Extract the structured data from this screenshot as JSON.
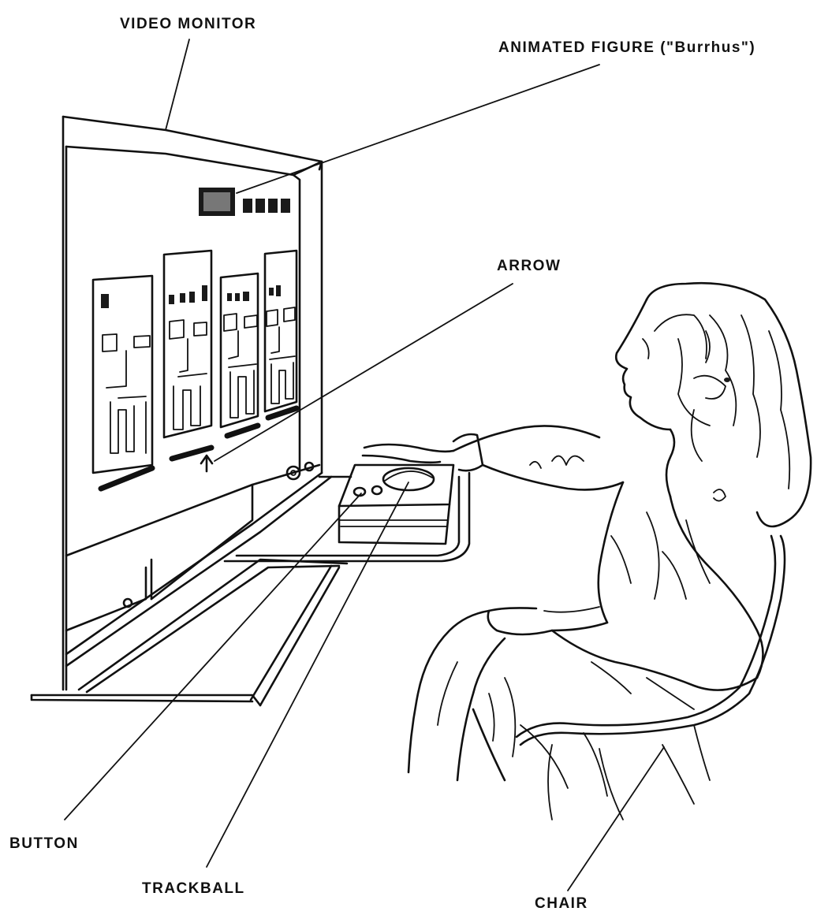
{
  "labels": {
    "video_monitor": "VIDEO MONITOR",
    "animated_figure": "ANIMATED FIGURE (\"Burrhus\")",
    "arrow": "ARROW",
    "button": "BUTTON",
    "trackball": "TRACKBALL",
    "chair": "CHAIR"
  },
  "colors": {
    "ink": "#111111",
    "paper": "#ffffff"
  }
}
